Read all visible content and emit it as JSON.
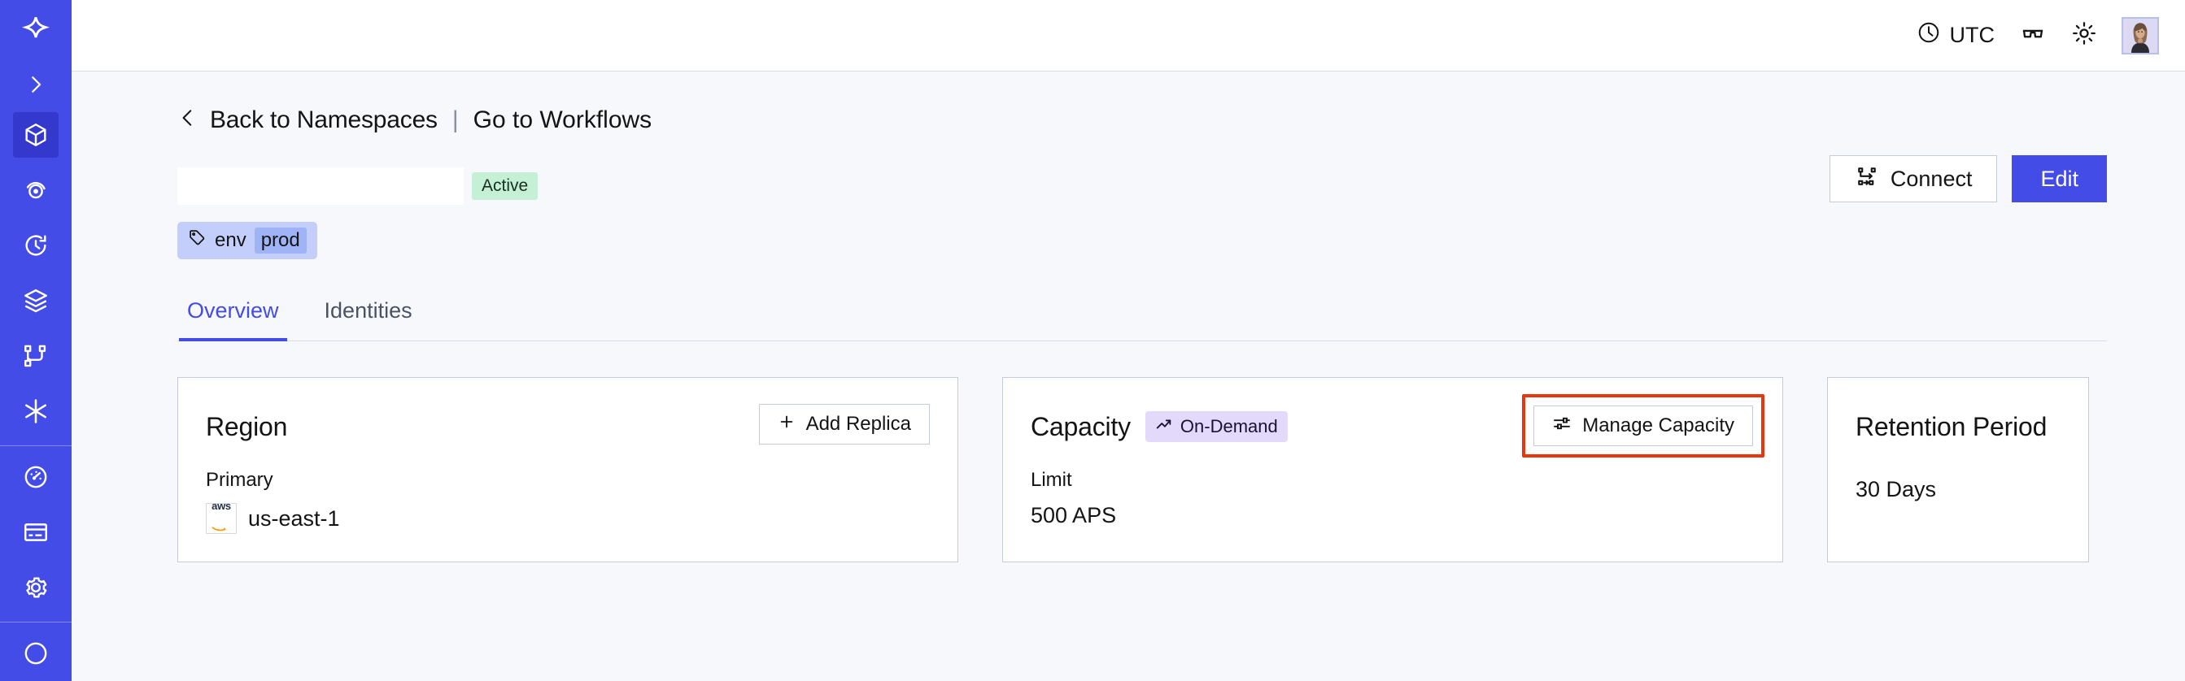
{
  "sidebar": {
    "logo_icon": "temporal-logo-icon",
    "expand_icon": "chevron-right-icon",
    "items": [
      {
        "name": "namespaces",
        "icon": "cube-icon",
        "active": true
      },
      {
        "name": "observability",
        "icon": "eye-target-icon",
        "active": false
      },
      {
        "name": "history",
        "icon": "clock-rewind-icon",
        "active": false
      },
      {
        "name": "layers",
        "icon": "layers-icon",
        "active": false
      },
      {
        "name": "workflows",
        "icon": "workflow-branch-icon",
        "active": false
      },
      {
        "name": "nexus",
        "icon": "asterisk-icon",
        "active": false
      }
    ],
    "items_secondary": [
      {
        "name": "usage",
        "icon": "gauge-icon",
        "active": false
      },
      {
        "name": "billing",
        "icon": "credit-card-icon",
        "active": false
      },
      {
        "name": "settings",
        "icon": "gear-icon",
        "active": false
      }
    ]
  },
  "topbar": {
    "timezone_label": "UTC",
    "clock_icon": "clock-icon",
    "glasses_icon": "glasses-icon",
    "theme_icon": "sun-icon",
    "avatar_icon": "user-avatar"
  },
  "breadcrumb": {
    "back_icon": "chevron-left-icon",
    "back_label": "Back to Namespaces",
    "divider": "|",
    "link_label": "Go to Workflows"
  },
  "namespace": {
    "name": "",
    "status_badge": "Active",
    "tag": {
      "icon": "tag-icon",
      "key": "env",
      "value": "prod"
    }
  },
  "header_actions": {
    "connect_label": "Connect",
    "connect_icon": "connect-flow-icon",
    "edit_label": "Edit"
  },
  "tabs": [
    {
      "label": "Overview",
      "active": true
    },
    {
      "label": "Identities",
      "active": false
    }
  ],
  "cards": {
    "region": {
      "title": "Region",
      "action_label": "Add Replica",
      "action_icon": "plus-icon",
      "sublabel": "Primary",
      "provider_icon": "aws-logo",
      "provider_text": "aws",
      "value": "us-east-1"
    },
    "capacity": {
      "title": "Capacity",
      "badge_label": "On-Demand",
      "badge_icon": "trending-up-icon",
      "action_label": "Manage Capacity",
      "action_icon": "sliders-icon",
      "sublabel": "Limit",
      "value": "500 APS",
      "annotation": "red-highlight-box"
    },
    "retention": {
      "title": "Retention Period",
      "value": "30 Days"
    }
  },
  "colors": {
    "sidebar_bg": "#444ce7",
    "sidebar_active": "#3538cd",
    "accent": "#444ce7",
    "page_bg": "#f7f8fb",
    "card_border": "#c3cbdd",
    "badge_active_bg": "#c5f0d5",
    "badge_ondemand_bg": "#e2d9fb",
    "tag_bg": "#c3cffa",
    "tag_value_bg": "#9fb3f7",
    "annotation_red": "#e8360f"
  }
}
